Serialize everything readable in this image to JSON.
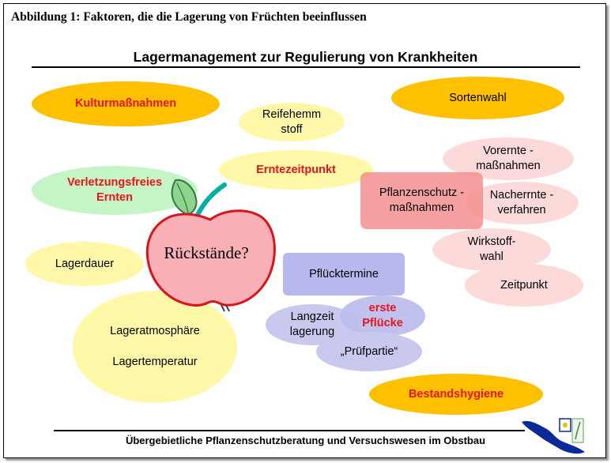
{
  "caption": "Abbildung 1: Faktoren, die die Lagerung von Früchten beeinflussen",
  "title": "Lagermanagement zur Regulierung von Krankheiten",
  "footer": "Übergebietliche Pflanzenschutzberatung und Versuchswesen im Obstbau",
  "colors": {
    "orange": "#ffc000",
    "yellow": "#fff8a8",
    "green": "#c5f5c6",
    "pink": "#fcdada",
    "salmon": "#f4a0a0",
    "lavender": "#c9c9ef",
    "red_text": "#e8141c",
    "apple_fill": "#f8b0b6",
    "apple_outline": "#d8141c"
  },
  "nodes": {
    "kulturmassnahmen": "Kulturmaßnahmen",
    "sortenwahl": "Sortenwahl",
    "reifehemmstoff": [
      "Reifehemm",
      "stoff"
    ],
    "erntezeitpunkt": "Erntezeitpunkt",
    "verletzungsfreies_ernten": [
      "Verletzungsfreies",
      "Ernten"
    ],
    "vorernte": [
      "Vorernte -",
      "maßnahmen"
    ],
    "pflanzenschutz": [
      "Pflanzenschutz -",
      "maßnahmen"
    ],
    "nachernte": [
      "Nacherrnte -",
      "verfahren"
    ],
    "wirkstoffwahl": [
      "Wirkstoff-",
      "wahl"
    ],
    "zeitpunkt": "Zeitpunkt",
    "lagerdauer": "Lagerdauer",
    "rueckstaende": "Rückstände?",
    "pfluecktermine": "Pflücktermine",
    "langzeitlagerung": [
      "Langzeit",
      "lagerung"
    ],
    "erste_pfluecke": [
      "erste",
      "Pflücke"
    ],
    "pruefpartie": "„Prüfpartie“",
    "lageratmosphaere": "Lageratmosphäre",
    "lagertemperatur": "Lagertemperatur",
    "bestandshygiene": "Bestandshygiene"
  },
  "icons": {
    "apple": "apple-icon",
    "logo": "lake-logo-icon"
  }
}
